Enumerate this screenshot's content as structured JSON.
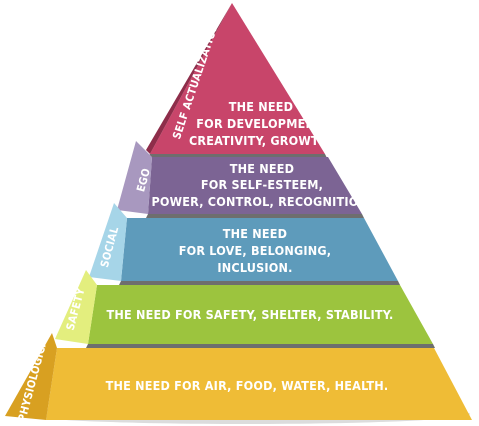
{
  "levels": [
    {
      "id": "self-actualization",
      "side_label": "SELF ACTUALIZATION",
      "lines": [
        "THE NEED",
        "FOR DEVELOPMENT,",
        "CREATIVITY, GROWTH."
      ],
      "front_color": "#c8456a",
      "side_color": "#8e2d4a"
    },
    {
      "id": "ego",
      "side_label": "EGO",
      "lines": [
        "THE NEED",
        "FOR SELF-ESTEEM,",
        "POWER, CONTROL, RECOGNITION."
      ],
      "front_color": "#7c6494",
      "side_color": "#a898bf"
    },
    {
      "id": "social",
      "side_label": "SOCIAL",
      "lines": [
        "THE NEED",
        "FOR LOVE, BELONGING,",
        "INCLUSION."
      ],
      "front_color": "#5e9bbb",
      "side_color": "#a6d5e8"
    },
    {
      "id": "safety",
      "side_label": "SAFETY",
      "lines": [
        "THE NEED  FOR SAFETY, SHELTER, STABILITY."
      ],
      "front_color": "#9cc43e",
      "side_color": "#e3ee7e"
    },
    {
      "id": "physiological",
      "side_label": "PHYSIOLOGICAL",
      "lines": [
        "THE NEED  FOR AIR, FOOD, WATER, HEALTH."
      ],
      "front_color": "#efbc36",
      "side_color": "#d8a021"
    }
  ]
}
